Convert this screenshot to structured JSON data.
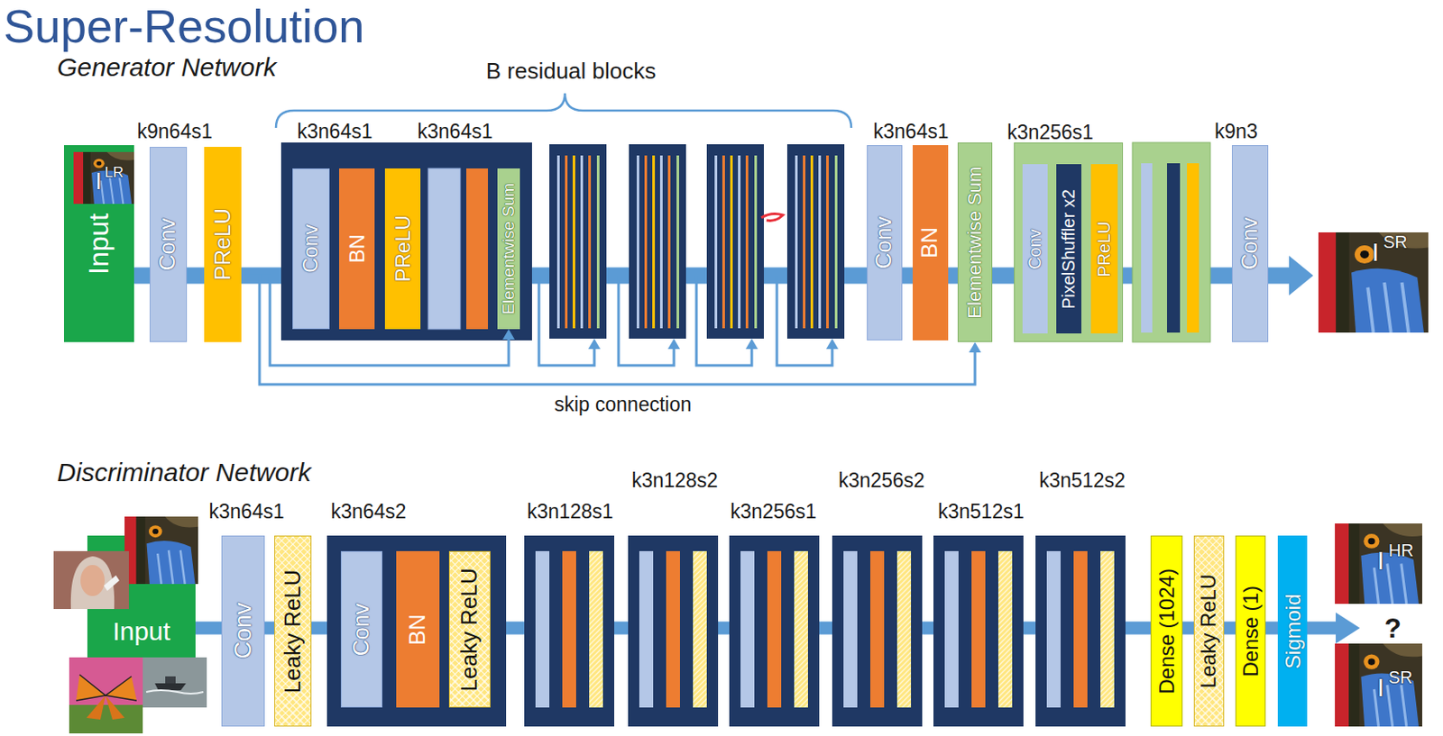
{
  "diagram": {
    "title": "Super-Resolution",
    "nodes": [
      {
        "text": [
          "Input"
        ]
      },
      {
        "text": [
          "Conv"
        ]
      },
      {
        "text": [
          "PReLU"
        ]
      },
      {
        "text": [
          "k3n64s1",
          "k3n64s1"
        ]
      },
      {
        "text": [
          "Conv"
        ],
        "in": 3
      },
      {
        "text": [
          "BN"
        ],
        "in": 3
      },
      {
        "text": [
          "PReLU"
        ],
        "in": 3
      },
      {
        "text": [
          "Elementwise Sum"
        ],
        "in": 3
      },
      {
        "text": [
          "Conv"
        ]
      },
      {
        "text": [
          "BN"
        ]
      },
      {
        "text": [
          "Elementwise Sum"
        ]
      },
      {
        "text": [
          "k3n256s1"
        ]
      },
      {
        "text": [
          "Conv"
        ],
        "in": 11
      },
      {
        "text": [
          "PixelShuffler x2"
        ],
        "in": 11
      },
      {
        "text": [
          "PReLU"
        ],
        "in": 11
      },
      {
        "text": [
          "Conv"
        ]
      },
      {
        "text": [
          "Input"
        ]
      },
      {
        "text": [
          "Conv"
        ]
      },
      {
        "text": [
          "Leaky ReLU"
        ]
      },
      {
        "text": [
          "k3n64s2"
        ]
      },
      {
        "text": [
          "Conv"
        ],
        "in": 19
      },
      {
        "text": [
          "BN"
        ],
        "in": 19
      },
      {
        "text": [
          "Leaky ReLU"
        ],
        "in": 19
      },
      {
        "text": [
          "Dense (1024)"
        ]
      },
      {
        "text": [
          "Leaky ReLU"
        ]
      },
      {
        "text": [
          "Dense (1)"
        ]
      },
      {
        "text": [
          "Sigmoid"
        ]
      }
    ],
    "edges": [
      {
        "from": 0,
        "to": 1,
        "arrow": "none"
      },
      {
        "from": 1,
        "to": 2,
        "arrow": "none"
      },
      {
        "from": 2,
        "to": 3,
        "arrow": "none"
      },
      {
        "from": 3,
        "to": 8,
        "arrow": "none"
      },
      {
        "from": 8,
        "to": 9,
        "arrow": "none"
      },
      {
        "from": 9,
        "to": 10,
        "arrow": "none"
      },
      {
        "from": 10,
        "to": 11,
        "arrow": "none"
      },
      {
        "from": 11,
        "to": 15,
        "arrow": "none"
      },
      {
        "from": 2,
        "to": 7,
        "arrow": "to"
      },
      {
        "from": 2,
        "to": 10,
        "arrow": "to"
      },
      {
        "from": 16,
        "to": 17,
        "arrow": "none"
      },
      {
        "from": 17,
        "to": 18,
        "arrow": "none"
      },
      {
        "from": 18,
        "to": 19,
        "arrow": "none"
      },
      {
        "from": 19,
        "to": 23,
        "arrow": "none"
      },
      {
        "from": 23,
        "to": 24,
        "arrow": "none"
      },
      {
        "from": 24,
        "to": 25,
        "arrow": "none"
      },
      {
        "from": 25,
        "to": 26,
        "arrow": "none"
      }
    ],
    "labels": [
      "Generator Network",
      "B residual blocks",
      "k9n64s1",
      "k3n64s1",
      "k9n3",
      "I",
      "LR",
      "I",
      "SR",
      "skip connection",
      "Discriminator Network",
      "k3n128s2",
      "k3n256s2",
      "k3n512s2",
      "k3n64s1",
      "k3n128s1",
      "k3n256s1",
      "k3n512s1",
      "?",
      "I",
      "HR",
      "I",
      "SR"
    ]
  }
}
